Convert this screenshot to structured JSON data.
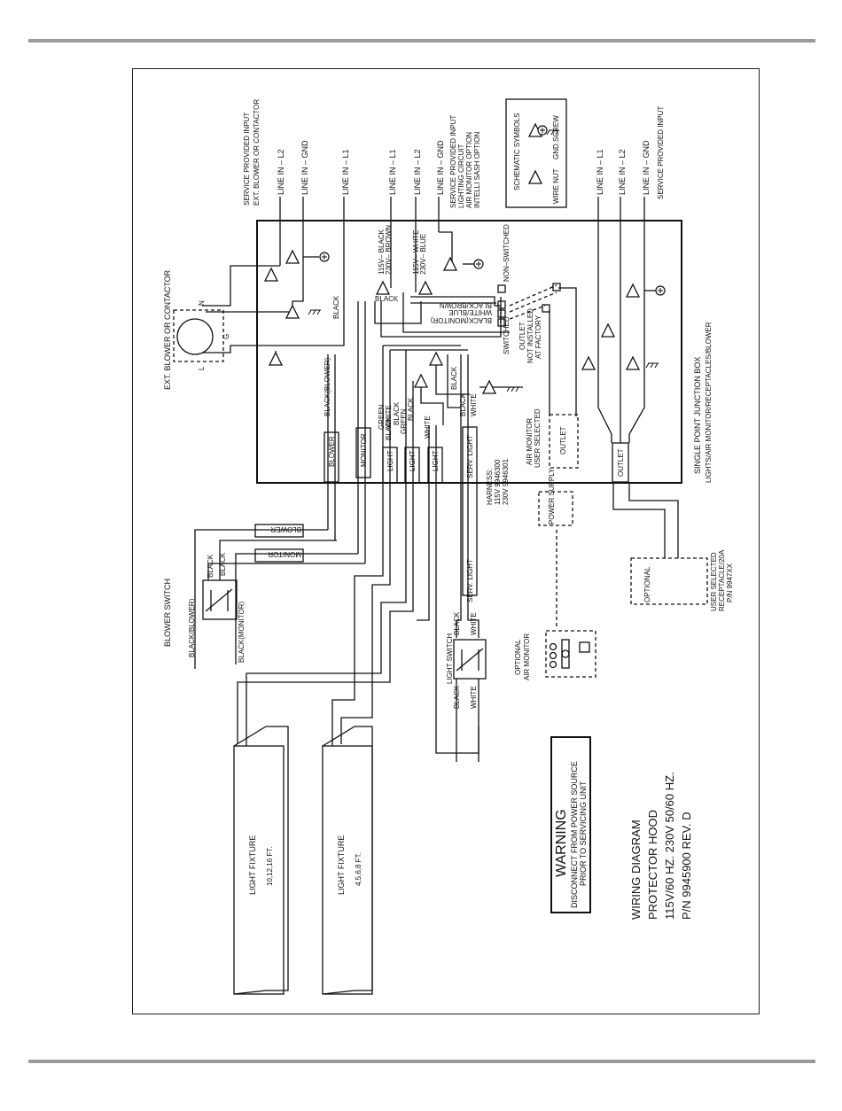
{
  "labels": {
    "service_input_blower": "SERVICE PROVIDED INPUT",
    "ext_blower_or_contactor_small": "EXT. BLOWER OR CONTACTOR",
    "line_l2_a": "LINE IN – L2",
    "line_gnd_a": "LINE IN – GND",
    "line_l1_a": "LINE IN – L1",
    "line_l1_b": "LINE IN – L1",
    "line_l2_b": "LINE IN – L2",
    "line_gnd_b": "LINE IN – GND",
    "service_input_light_1": "SERVICE PROVIDED INPUT",
    "service_input_light_2": "LIGHTING CIRCUIT",
    "service_input_light_3": "AIR MONITOR OPTION",
    "service_input_light_4": "INTELLI SASH OPTION",
    "schematic_symbols": "SCHEMATIC SYMBOLS",
    "wire_nut": "WIRE NUT",
    "gnd_screw": "GND.SCREW",
    "line_l1_c": "LINE IN – L1",
    "line_l2_c": "LINE IN – L2",
    "line_gnd_c": "LINE IN – GND",
    "service_input_outlet": "SERVICE PROVIDED INPUT",
    "ext_blower_big": "EXT. BLOWER OR CONTACTOR",
    "motor_n": "N",
    "motor_g": "G",
    "motor_l": "L",
    "black": "BLACK",
    "black_blower": "BLACK(BLOWER)",
    "black_monitor": "BLACK(MONITOR)",
    "w115_black": "115V– BLACK",
    "w230_brown": "230V– BROWN",
    "w115_white": "115V– WHITE",
    "w230_blue": "230V– BLUE",
    "black_brown": "BLACK/BROWN",
    "white_blue": "WHITE/BLUE",
    "switched": "SWITCHED",
    "non_switched": "NON–SWITCHED",
    "outlet_not_installed_1": "OUTLET",
    "outlet_not_installed_2": "NOT INSTALLED",
    "outlet_not_installed_3": "AT FACTORY",
    "green": "GREEN",
    "white": "WHITE",
    "harness_1": "HARNESS:",
    "harness_2": "115V  9946300",
    "harness_3": "230V  9946301",
    "air_monitor_user_1": "AIR MONITOR",
    "air_monitor_user_2": "USER SELECTED",
    "outlet": "OUTLET",
    "blower": "BLOWER",
    "monitor": "MONITOR",
    "light": "LIGHT",
    "serv_light": "SERV. LIGHT",
    "junction_box_1": "SINGLE POINT JUNCTION BOX",
    "junction_box_2": "LIGHTS/AIR MONITOR/RECEPTACLES/BLOWER",
    "power_supply": "POWER SUPPLY",
    "optional": "OPTIONAL",
    "user_selected_1": "USER SELECTED",
    "user_selected_2": "RECEPTACLE/20A",
    "user_selected_3": "P/N 9947XX",
    "blower_switch": "BLOWER SWITCH",
    "light_switch": "LIGHT SWITCH",
    "optional_air_monitor_1": "OPTIONAL",
    "optional_air_monitor_2": "AIR MONITOR",
    "light_fixture": "LIGHT FIXTURE",
    "fixture_size_a": "10,12,16 FT.",
    "fixture_size_b": "4,5,6,8 FT.",
    "warning_title": "WARNING",
    "warning_line1": "DISCONNECT FROM POWER SOURCE",
    "warning_line2": "PRIOR TO SERVICING UNIT",
    "title_1": "WIRING DIAGRAM",
    "title_2": "PROTECTOR HOOD",
    "title_3": "115V/60 HZ. 230V 50/60 HZ.",
    "title_4": "P/N 9945900  REV. D"
  }
}
